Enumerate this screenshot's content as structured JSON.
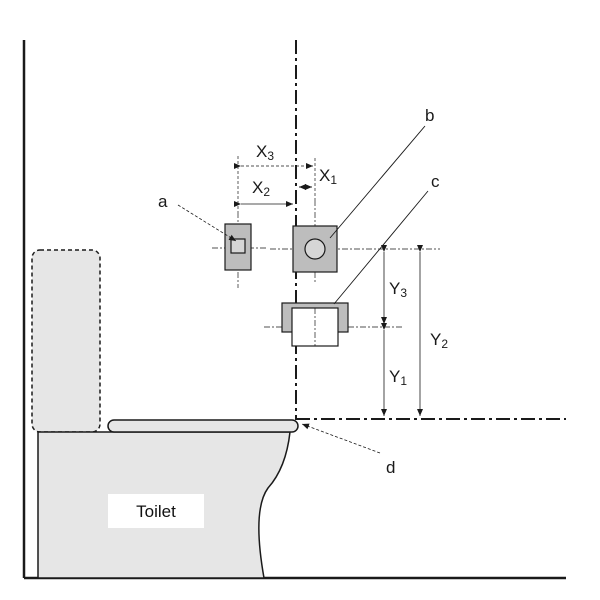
{
  "labels": {
    "a": "a",
    "b": "b",
    "c": "c",
    "d": "d",
    "toilet": "Toilet"
  },
  "dimensions": {
    "x3": {
      "main": "X",
      "sub": "3"
    },
    "x2": {
      "main": "X",
      "sub": "2"
    },
    "x1": {
      "main": "X",
      "sub": "1"
    },
    "y3": {
      "main": "Y",
      "sub": "3"
    },
    "y2": {
      "main": "Y",
      "sub": "2"
    },
    "y1": {
      "main": "Y",
      "sub": "1"
    }
  },
  "colors": {
    "line": "#1a1a1a",
    "wall_fill": "#d8d8d8",
    "toilet_fill": "#e6e6e6",
    "device_fill": "#bdbdbd",
    "device_inner": "#d6d6d6"
  }
}
